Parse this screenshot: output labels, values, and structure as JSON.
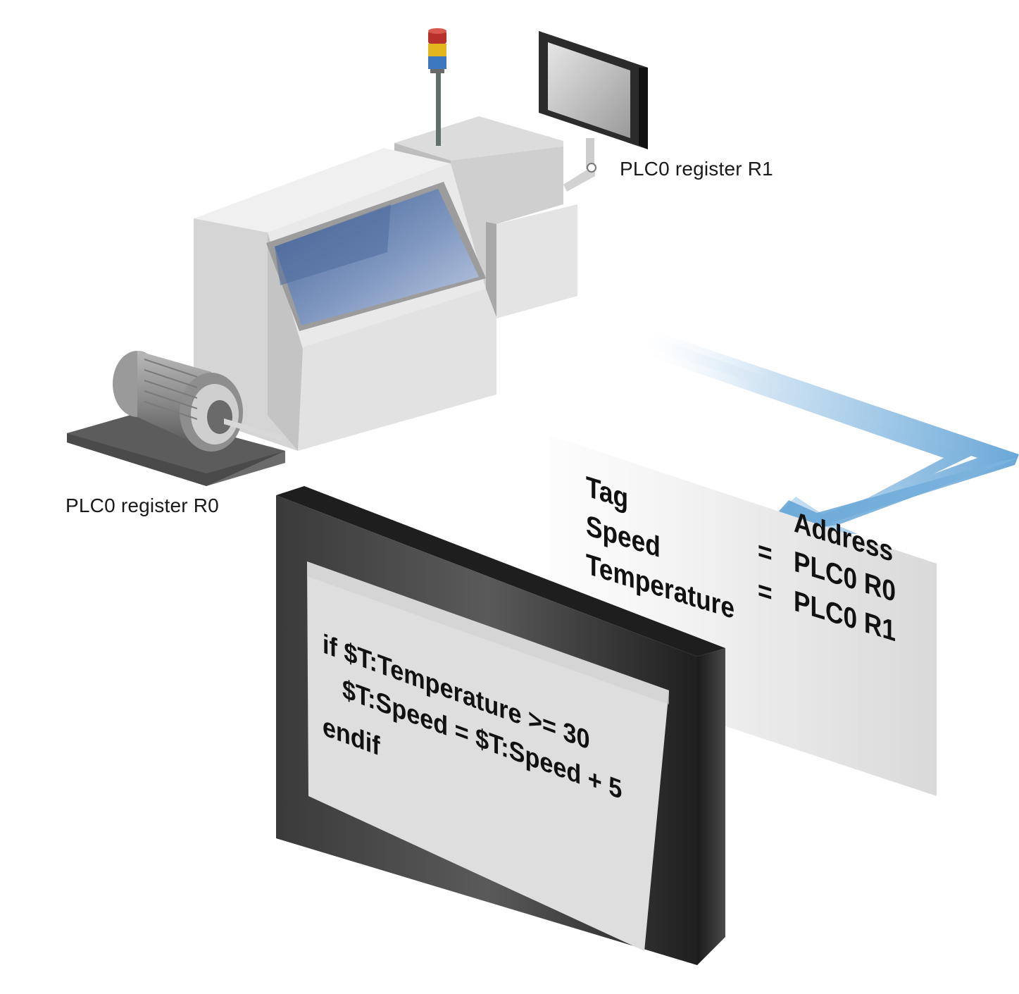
{
  "labels": {
    "hmi_register": "PLC0 register R1",
    "motor_register": "PLC0 register R0"
  },
  "tag_table": {
    "header_tag": "Tag",
    "header_address": "Address",
    "rows": [
      {
        "tag": "Speed",
        "equals": "=",
        "address": "PLC0 R0"
      },
      {
        "tag": "Temperature",
        "equals": "=",
        "address": "PLC0 R1"
      }
    ]
  },
  "script": {
    "line1": "if $T:Temperature >= 30",
    "line2": "$T:Speed = $T:Speed + 5",
    "line3": "endif"
  },
  "colors": {
    "machine_light": "#e6e6e6",
    "machine_mid": "#cfcfcf",
    "machine_dark": "#a9a9a9",
    "window_blue": "#5e7aa8",
    "arrow_blue": "#7fb2dc",
    "panel_frame": "#3b3b3b",
    "screen_gray": "#d9d9d9",
    "signal_red": "#c0392b",
    "signal_yellow": "#f1c40f",
    "signal_blue": "#3a78c2"
  },
  "icons": [
    "machine-icon",
    "signal-tower-icon",
    "hmi-monitor-icon",
    "motor-icon",
    "touch-panel-icon",
    "data-flow-arrow-icon"
  ]
}
